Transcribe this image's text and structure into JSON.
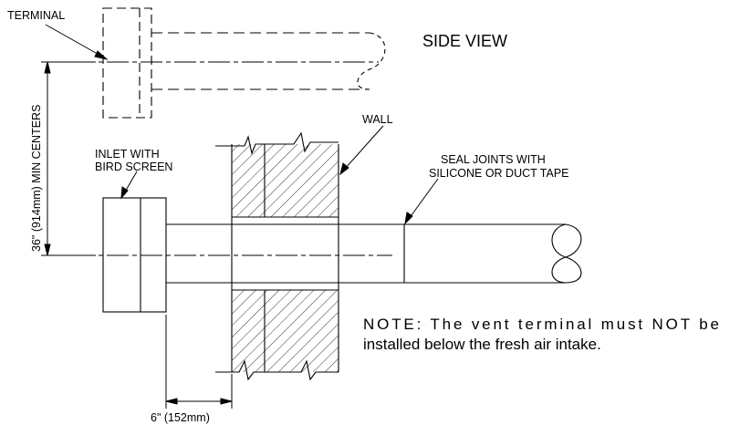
{
  "labels": {
    "terminal": "TERMINAL",
    "side_view": "SIDE VIEW",
    "wall": "WALL",
    "inlet_line1": "INLET WITH",
    "inlet_line2": "BIRD SCREEN",
    "seal_line1": "SEAL JOINTS WITH",
    "seal_line2": "SILICONE OR DUCT TAPE",
    "vertical_dimension": "36\" (914mm) MIN CENTERS",
    "horizontal_dimension": "6\" (152mm)",
    "note_line1": "NOTE: The vent terminal must NOT be",
    "note_line2": "installed below the fresh air intake."
  },
  "colors": {
    "line": "#000000",
    "background": "#ffffff"
  }
}
